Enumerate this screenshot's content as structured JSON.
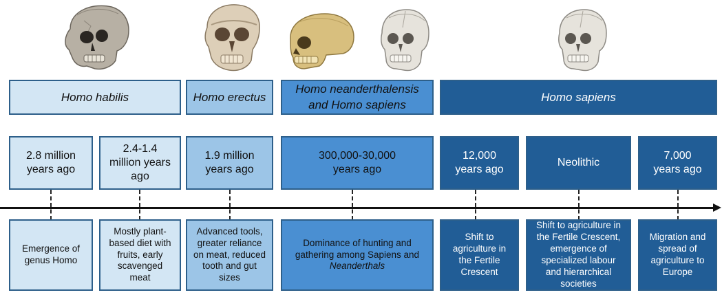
{
  "species": [
    {
      "id": "habilis",
      "label": "Homo habilis"
    },
    {
      "id": "erectus",
      "label": "Homo erectus"
    },
    {
      "id": "neanderthalensis",
      "label_lines": [
        "Homo neanderthalensis",
        "and Homo sapiens"
      ]
    },
    {
      "id": "sapiens",
      "label": "Homo sapiens"
    }
  ],
  "dates": [
    {
      "lines": [
        "2.8 million",
        "years ago"
      ]
    },
    {
      "lines": [
        "2.4-1.4",
        "million years",
        "ago"
      ]
    },
    {
      "lines": [
        "1.9 million",
        "years ago"
      ]
    },
    {
      "lines": [
        "300,000-30,000",
        "years ago"
      ]
    },
    {
      "lines": [
        "12,000",
        "years ago"
      ]
    },
    {
      "lines": [
        "Neolithic"
      ]
    },
    {
      "lines": [
        "7,000",
        "years ago"
      ]
    }
  ],
  "events": [
    {
      "lines": [
        "Emergence of",
        "genus Homo"
      ]
    },
    {
      "lines": [
        "Mostly plant-",
        "based diet with",
        "fruits, early",
        "scavenged",
        "meat"
      ]
    },
    {
      "lines": [
        "Advanced tools,",
        "greater reliance",
        "on meat, reduced",
        "tooth and gut",
        "sizes"
      ]
    },
    {
      "lines": [
        "Dominance of hunting and",
        "gathering among Sapiens and",
        "Neanderthals"
      ]
    },
    {
      "lines": [
        "Shift to",
        "agriculture in",
        "the Fertile",
        "Crescent"
      ]
    },
    {
      "lines": [
        "Shift to agriculture in",
        "the Fertile Crescent,",
        "emergence of",
        "specialized labour",
        "and hierarchical",
        "societies"
      ]
    },
    {
      "lines": [
        "Migration and",
        "spread of",
        "agriculture to",
        "Europe"
      ]
    }
  ],
  "colors": {
    "stage1": "#d3e6f4",
    "stage2": "#9cc5e7",
    "stage3": "#4a8fd2",
    "stage4": "#215d96",
    "border": "#2d5f8a",
    "axis": "#111111"
  },
  "skulls": [
    "habilis-skull",
    "erectus-skull",
    "neanderthal-skull",
    "sapiens-skull",
    "sapiens-skull"
  ]
}
